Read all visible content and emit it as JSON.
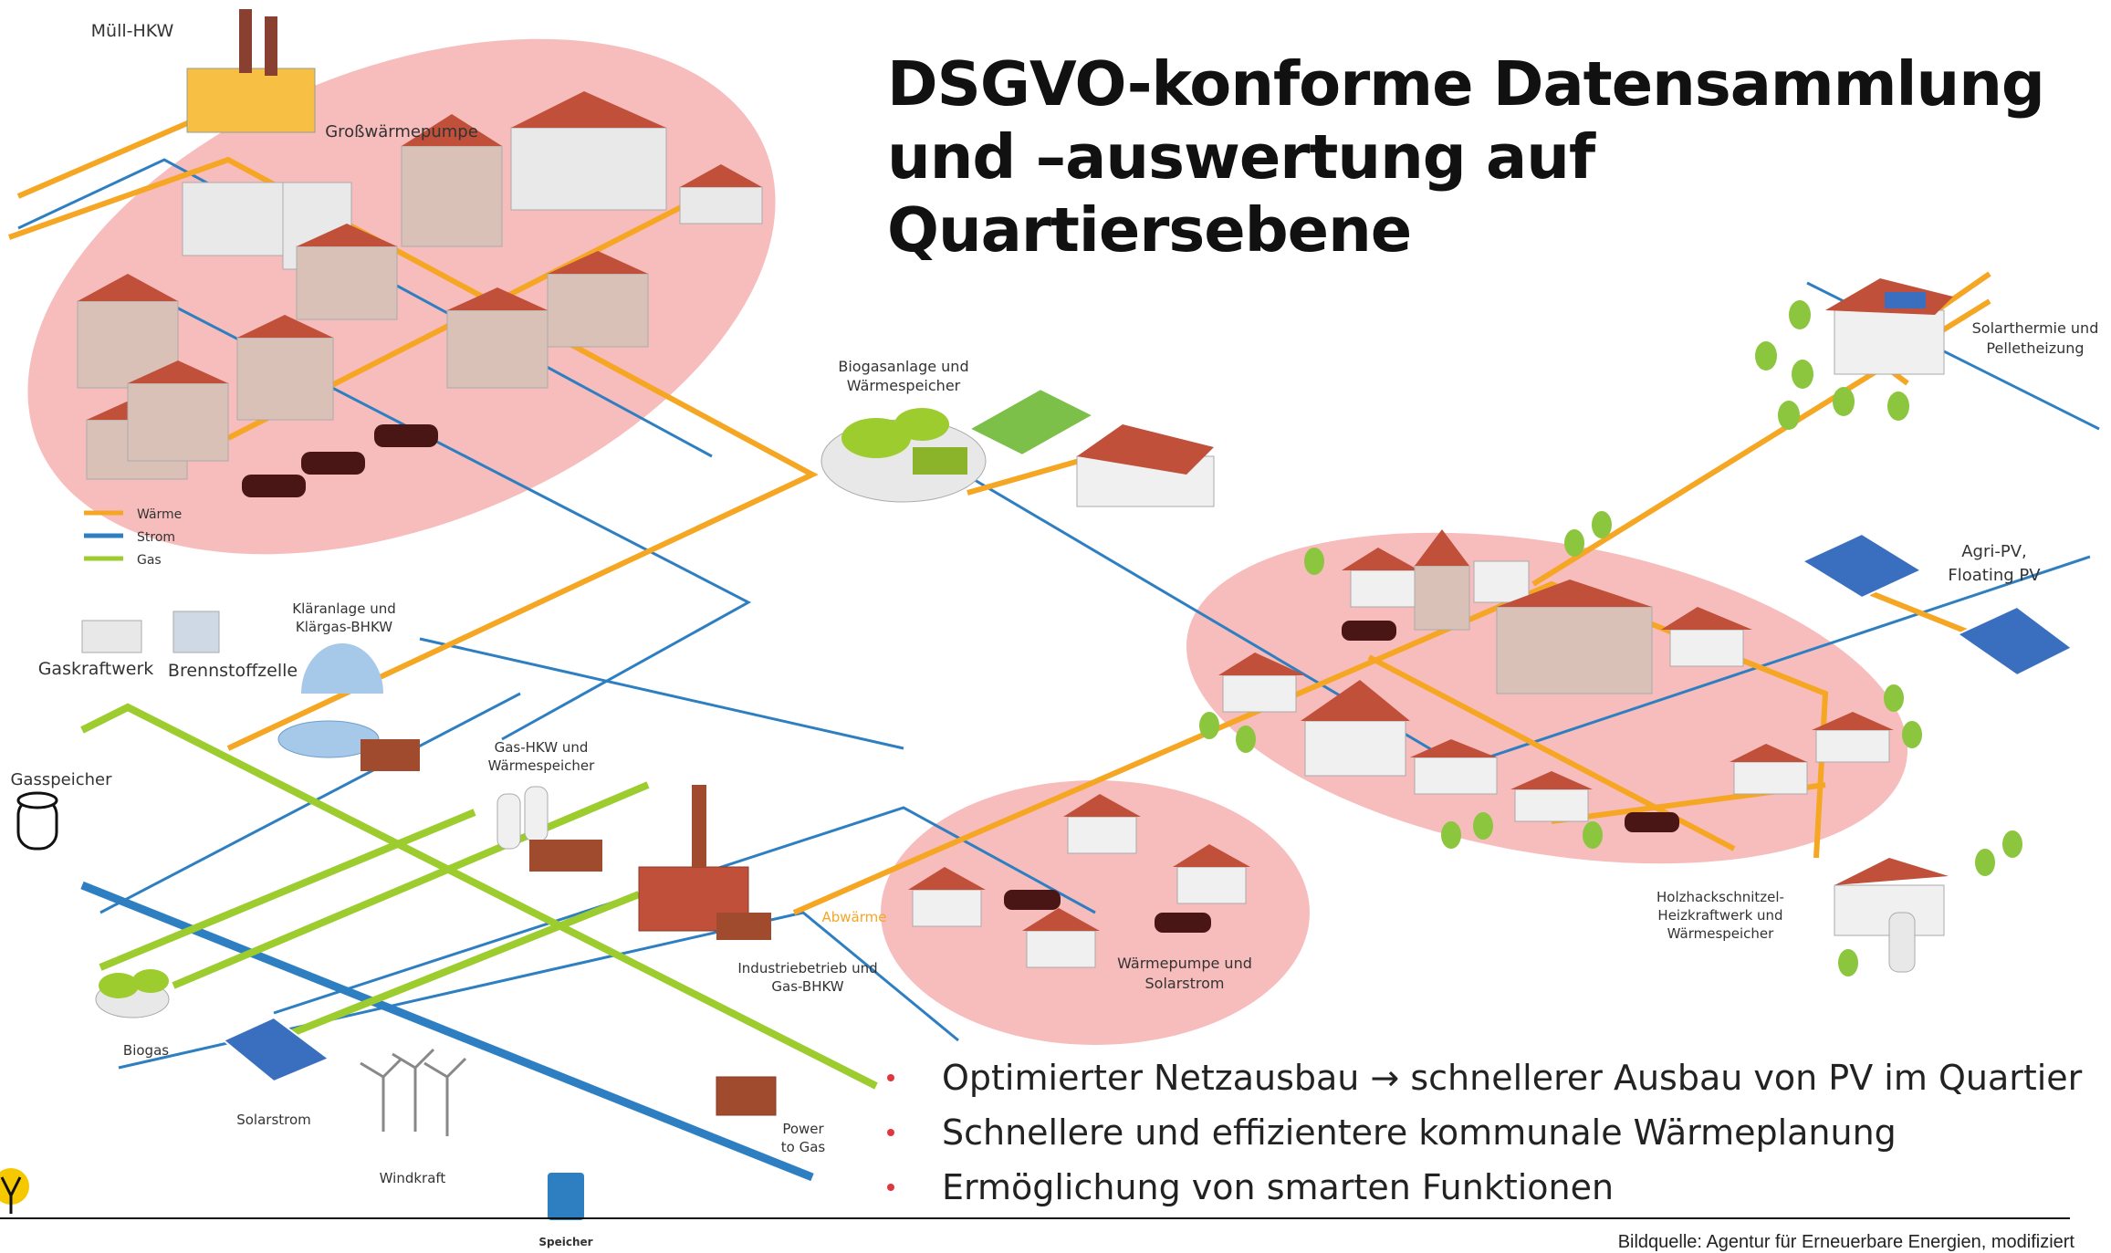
{
  "title": {
    "line1": "DSGVO-konforme Datensammlung",
    "line2": "und –auswertung auf Quartiersebene"
  },
  "bullets": [
    "Optimierter Netzausbau → schnellerer Ausbau von PV im Quartier",
    "Schnellere und effizientere kommunale Wärmeplanung",
    "Ermöglichung von smarten Funktionen"
  ],
  "source": "Bildquelle: Agentur für Erneuerbare Energien, modifiziert",
  "legend": {
    "heat": "Wärme",
    "power": "Strom",
    "gas": "Gas"
  },
  "labels": {
    "muell_hkw": "Müll-HKW",
    "grosswaermepumpe": "Großwärmepumpe",
    "biogasanlage_1": "Biogasanlage und",
    "biogasanlage_2": "Wärmespeicher",
    "solarthermie_1": "Solarthermie und",
    "solarthermie_2": "Pelletheizung",
    "agripv_1": "Agri-PV,",
    "agripv_2": "Floating PV",
    "klaeranlage_1": "Kläranlage und",
    "klaeranlage_2": "Klärgas-BHKW",
    "gaskraftwerk": "Gaskraftwerk",
    "brennstoffzelle": "Brennstoffzelle",
    "gasspeicher": "Gasspeicher",
    "gashkw_1": "Gas-HKW und",
    "gashkw_2": "Wärmespeicher",
    "abwaerme": "Abwärme",
    "industrie_1": "Industriebetrieb und",
    "industrie_2": "Gas-BHKW",
    "waermepumpe_1": "Wärmepumpe und",
    "waermepumpe_2": "Solarstrom",
    "holz_1": "Holzhackschnitzel-",
    "holz_2": "Heizkraftwerk und",
    "holz_3": "Wärmespeicher",
    "biogas": "Biogas",
    "solarstrom": "Solarstrom",
    "windkraft": "Windkraft",
    "powertogas_1": "Power",
    "powertogas_2": "to Gas",
    "speicher": "Speicher"
  },
  "colors": {
    "heat": "#f5a623",
    "power": "#2e7fc2",
    "gas": "#9ccc2e",
    "highlight": "#f4a6a6",
    "bullet": "#e0373f",
    "roof": "#c0503a"
  }
}
